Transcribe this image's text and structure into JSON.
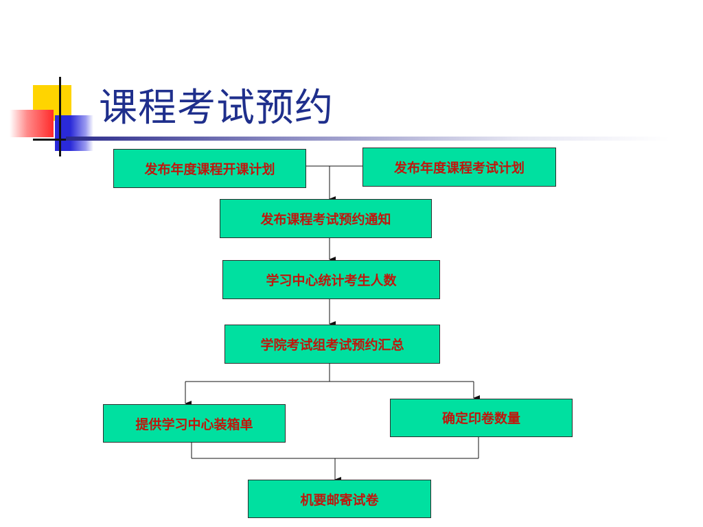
{
  "title": "课程考试预约",
  "flow": {
    "node_open_plan": "发布年度课程开课计划",
    "node_exam_plan": "发布年度课程考试计划",
    "node_notice": "发布课程考试预约通知",
    "node_stats": "学习中心统计考生人数",
    "node_summary": "学院考试组考试预约汇总",
    "node_packing": "提供学习中心装箱单",
    "node_quantity": "确定印卷数量",
    "node_mail": "机要邮寄试卷"
  },
  "colors": {
    "box_fill": "#00e0a0",
    "box_text": "#c0160c",
    "title": "#1f2f8c"
  }
}
